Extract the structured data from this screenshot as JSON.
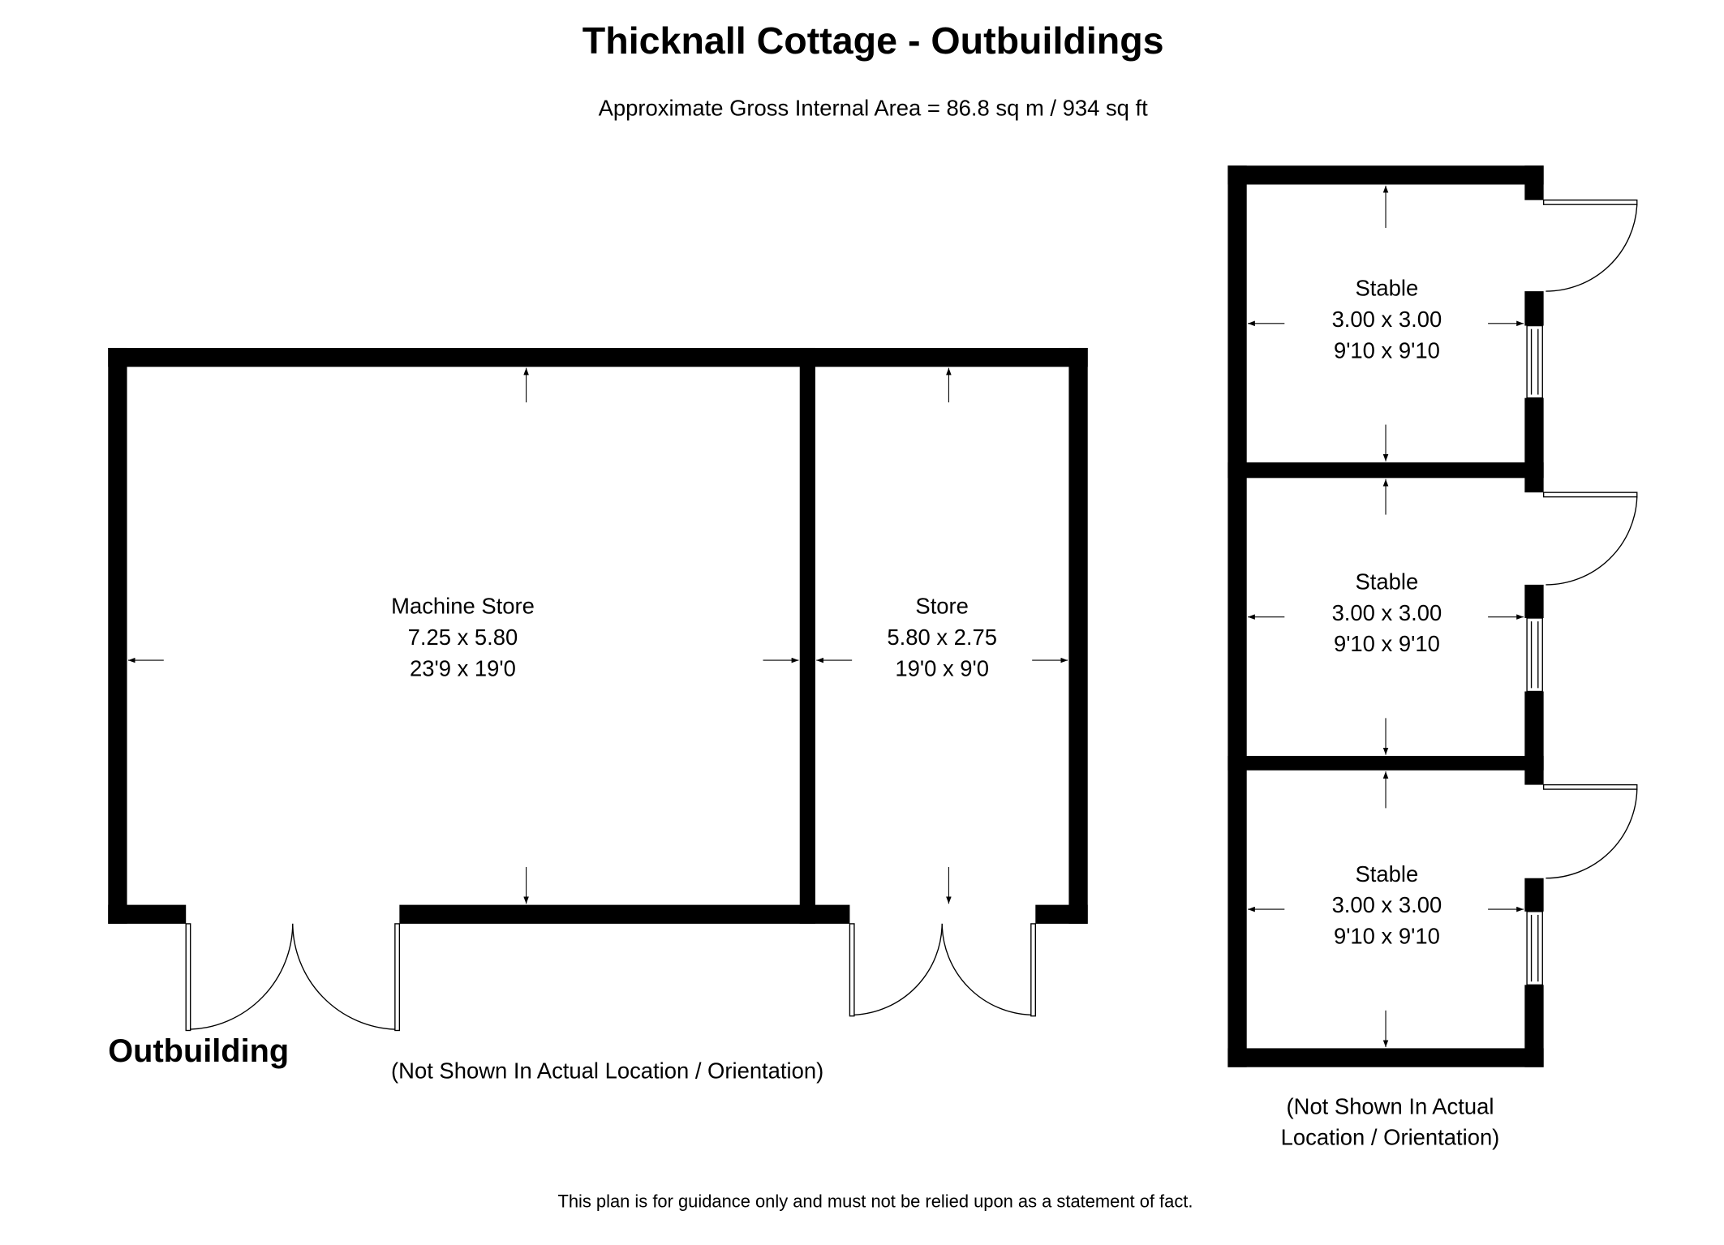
{
  "title": "Thicknall Cottage - Outbuildings",
  "subtitle": "Approximate Gross Internal Area = 86.8 sq m / 934 sq ft",
  "outbuilding": {
    "label": "Outbuilding",
    "note": "(Not Shown In Actual Location / Orientation)",
    "rooms": [
      {
        "name": "Machine Store",
        "metric": "7.25 x 5.80",
        "imperial": "23'9 x 19'0"
      },
      {
        "name": "Store",
        "metric": "5.80 x 2.75",
        "imperial": "19'0 x 9'0"
      }
    ]
  },
  "stables": {
    "note_line1": "(Not Shown In Actual",
    "note_line2": "Location / Orientation)",
    "rooms": [
      {
        "name": "Stable",
        "metric": "3.00 x 3.00",
        "imperial": "9'10 x 9'10"
      },
      {
        "name": "Stable",
        "metric": "3.00 x 3.00",
        "imperial": "9'10 x 9'10"
      },
      {
        "name": "Stable",
        "metric": "3.00 x 3.00",
        "imperial": "9'10 x 9'10"
      }
    ]
  },
  "disclaimer": "This plan is for guidance only and must not be relied upon as a statement of fact."
}
